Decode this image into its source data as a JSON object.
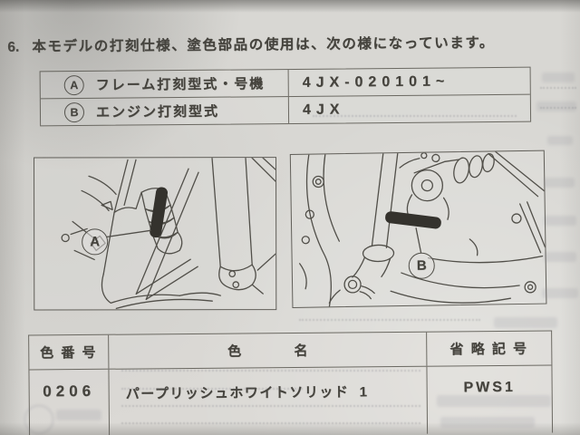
{
  "heading": {
    "number": "6.",
    "text": "本モデルの打刻仕様、塗色部品の使用は、次の様になっています。"
  },
  "stamp_table": {
    "rows": [
      {
        "mark": "A",
        "label": "フレーム打刻型式・号機",
        "value": "4JX-020101~"
      },
      {
        "mark": "B",
        "label": "エンジン打刻型式",
        "value": "4JX"
      }
    ]
  },
  "figures": {
    "left_callout": "A",
    "right_callout": "B"
  },
  "color_table": {
    "headers": {
      "code": "色 番 号",
      "name": "色              名",
      "abbr": "省 略 記 号"
    },
    "rows": [
      {
        "code": "0206",
        "name": "パープリッシュホワイトソリッド  1",
        "abbr": "PWS1"
      }
    ]
  },
  "colors": {
    "paper": "#d8d7d3",
    "ink": "#45433d",
    "table_line": "#6b6962",
    "stamp_mark": "#34322d"
  }
}
